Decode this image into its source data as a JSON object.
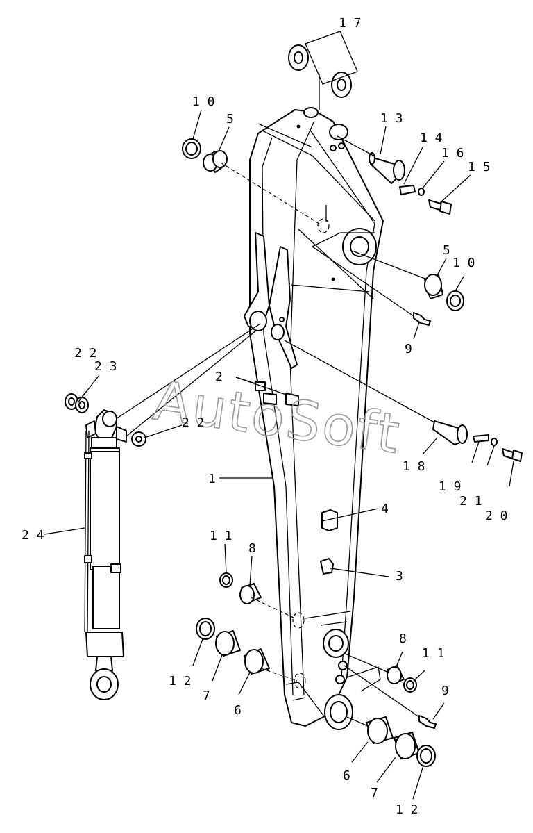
{
  "watermark": "AutoSoft",
  "callouts": {
    "c1": "1",
    "c2": "2",
    "c3": "3",
    "c4": "4",
    "c5a": "5",
    "c5b": "5",
    "c6a": "6",
    "c6b": "6",
    "c7a": "7",
    "c7b": "7",
    "c8a": "8",
    "c8b": "8",
    "c9a": "9",
    "c9b": "9",
    "c10a": "1 0",
    "c10b": "1 0",
    "c11a": "1 1",
    "c11b": "1 1",
    "c12a": "1 2",
    "c12b": "1 2",
    "c13": "1 3",
    "c14": "1 4",
    "c15": "1 5",
    "c16": "1 6",
    "c17": "1 7",
    "c18": "1 8",
    "c19": "1 9",
    "c20": "2 0",
    "c21": "2 1",
    "c22a": "2 2",
    "c22b": "2 2",
    "c23": "2 3",
    "c24": "2 4"
  }
}
